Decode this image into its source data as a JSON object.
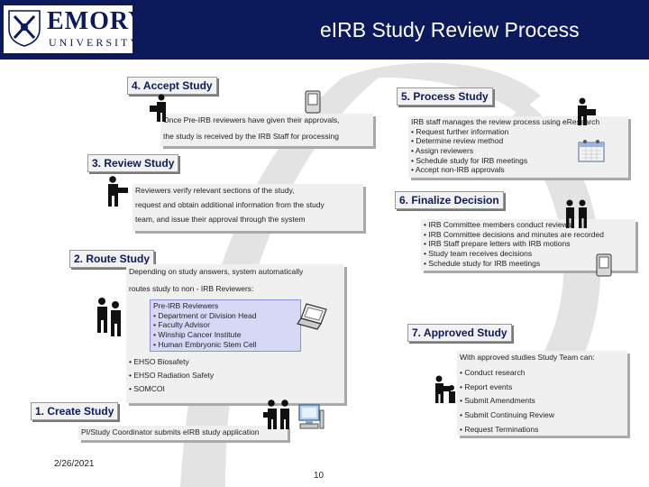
{
  "header": {
    "title": "eIRB Study Review Process",
    "logo_name": "EMORY",
    "logo_subtitle": "UNIVERSITY",
    "colors": {
      "header_bg": "#0c1a5c",
      "arc": "#e3e3e3",
      "blue_box": "#d6d8f6"
    }
  },
  "steps": {
    "accept": {
      "label": "4. Accept Study",
      "lines": [
        "Once Pre-IRB reviewers have given their approvals,",
        "the study is received by the IRB Staff for processing"
      ]
    },
    "process": {
      "label": "5. Process Study",
      "lines": [
        "IRB staff manages the review process using eResearch",
        "• Request further information",
        "• Determine review method",
        "• Assign reviewers",
        "• Schedule study for IRB meetings",
        "• Accept non-IRB approvals"
      ]
    },
    "review": {
      "label": "3. Review Study",
      "lines": [
        "Reviewers verify relevant sections of the study,",
        "request and obtain additional information from the study",
        "team, and issue their approval through the system"
      ]
    },
    "finalize": {
      "label": "6. Finalize Decision",
      "lines": [
        "• IRB Committee members conduct reviews",
        "• IRB Committee decisions and minutes are recorded",
        "• IRB Staff prepare letters with IRB motions",
        "• Study team receives decisions",
        "• Schedule study for IRB meetings"
      ]
    },
    "route": {
      "label": "2. Route Study",
      "lines": [
        "Depending on study answers, system automatically",
        "routes study to non - IRB Reviewers:"
      ],
      "prereviewers": [
        "Pre-IRB Reviewers",
        "• Department or Division Head",
        "• Faculty Advisor",
        "• Winship Cancer Institute",
        "• Human Embryonic Stem Cell"
      ],
      "safety": [
        "• EHSO Biosafety",
        "• EHSO Radiation Safety",
        "• SOMCOI"
      ]
    },
    "approved": {
      "label": "7. Approved Study",
      "lines": [
        "With approved studies Study Team can:",
        "• Conduct research",
        "• Report events",
        "• Submit Amendments",
        "• Submit Continuing Review",
        "• Request Terminations"
      ]
    },
    "create": {
      "label": "1. Create Study",
      "lines": [
        "PI/Study Coordinator submits eIRB study application"
      ]
    }
  },
  "footer": {
    "date": "2/26/2021",
    "page": "10"
  },
  "icons": [
    "university-seal-icon",
    "person-icon",
    "people-icon",
    "calendar-icon",
    "pda-icon",
    "laptop-icon",
    "computer-icon"
  ]
}
